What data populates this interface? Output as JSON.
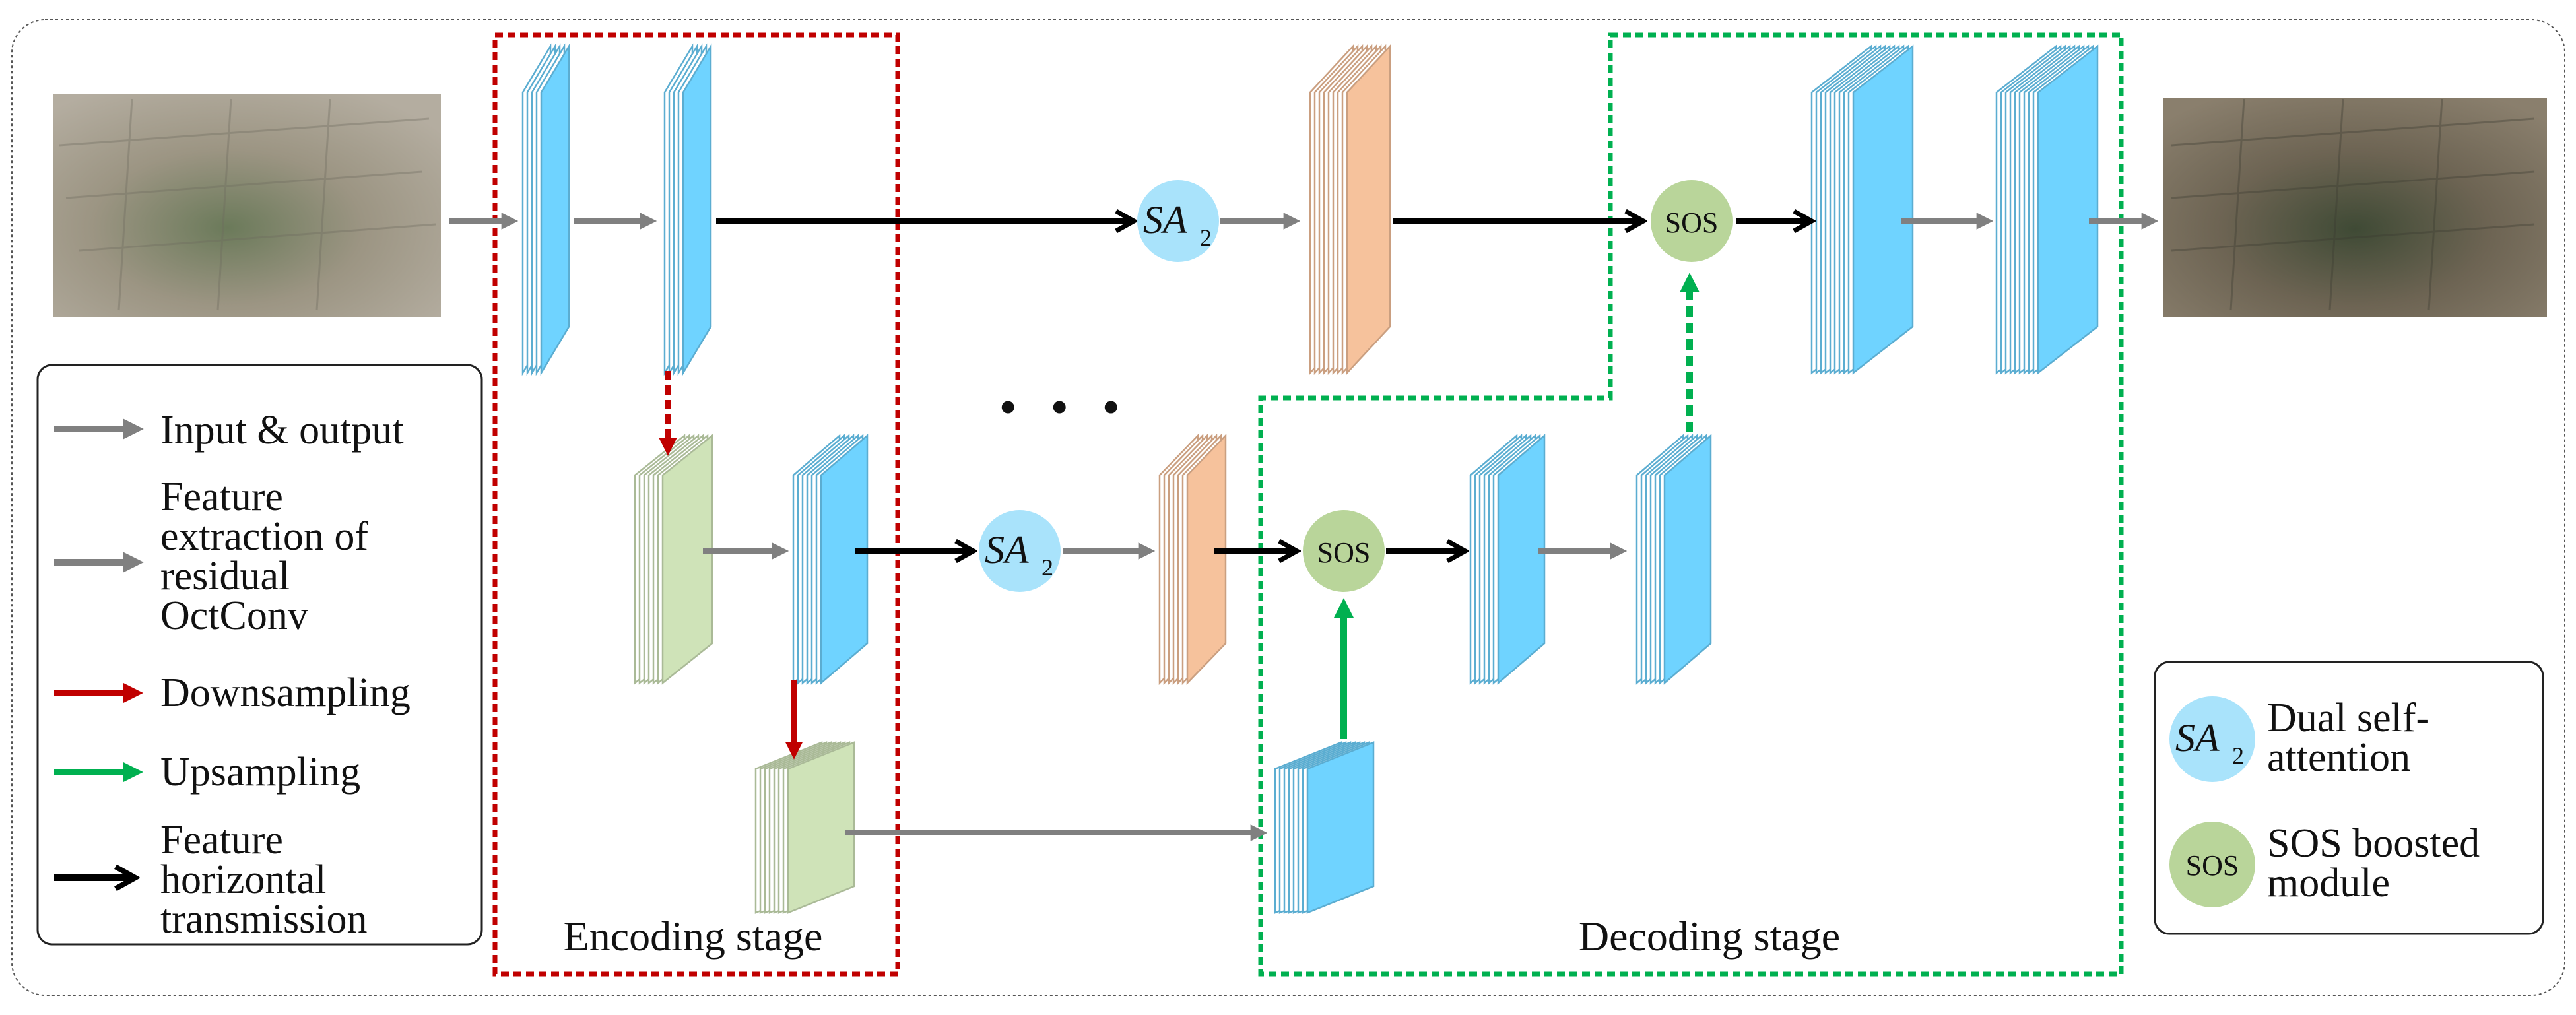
{
  "stages": {
    "encoding_label": "Encoding stage",
    "decoding_label": "Decoding stage"
  },
  "nodes": {
    "sa_symbol": "SA",
    "sa_subscript": "2",
    "sos_label": "SOS"
  },
  "ellipsis": "• • •",
  "legend_left": {
    "input_output": "Input & output",
    "feature_extraction": [
      "Feature",
      "extraction of",
      "residual",
      "OctConv"
    ],
    "downsampling": "Downsampling",
    "upsampling": "Upsampling",
    "horizontal": [
      "Feature",
      "horizontal",
      "transmission"
    ]
  },
  "legend_right": {
    "sa_desc": [
      "Dual self-",
      "attention"
    ],
    "sos_desc": [
      "SOS boosted",
      "module"
    ]
  },
  "colors": {
    "blue_block": "#6fd3ff",
    "peach_block": "#f6c29c",
    "green_block": "#cfe3b8",
    "sa_circle": "#a9e3fb",
    "sos_circle": "#b9d59a",
    "gray_arrow": "#808080",
    "red_arrow": "#c00000",
    "green_arrow": "#00b050",
    "encoding_border": "#c00000",
    "decoding_border": "#00b050"
  },
  "images": {
    "input_image": "satellite-input",
    "output_image": "satellite-output"
  }
}
